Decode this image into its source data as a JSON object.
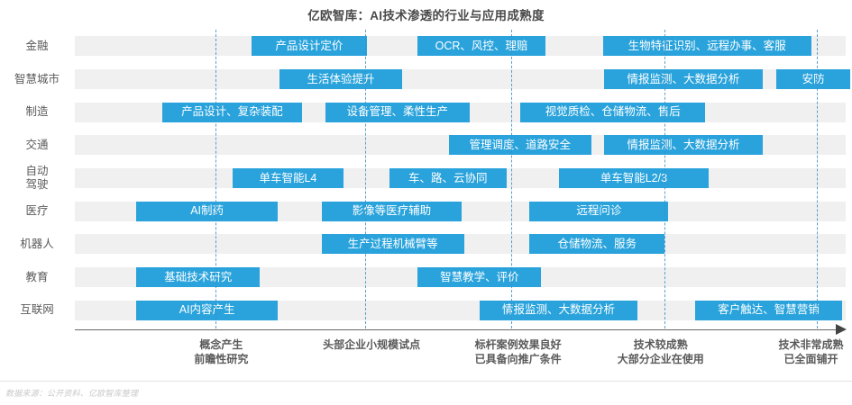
{
  "chart_data": {
    "type": "table",
    "title": "亿欧智库：AI技术渗透的行业与应用成熟度",
    "xlabel": "",
    "ylabel": "",
    "grid": true,
    "legend": null,
    "source_note": "数据来源：公开资料、亿欧智库整理",
    "accent_color": "#2aa3dc",
    "band_color": "#f0f0f0",
    "gridline_color": "#3f8fc4",
    "x_axis_stages": [
      {
        "line1": "概念产生",
        "line2": "前瞻性研究",
        "center_pct": 19.0
      },
      {
        "line1": "头部企业小规模试点",
        "line2": "",
        "center_pct": 38.5
      },
      {
        "line1": "标杆案例效果良好",
        "line2": "已具备向推广条件",
        "center_pct": 57.5
      },
      {
        "line1": "技术较成熟",
        "line2": "大部分企业在使用",
        "center_pct": 76.0
      },
      {
        "line1": "技术非常成熟",
        "line2": "已全面铺开",
        "center_pct": 95.5
      }
    ],
    "gridline_positions_pct": [
      18.2,
      37.7,
      56.6,
      76.5,
      96.2
    ],
    "categories": [
      "金融",
      "智慧城市",
      "制造",
      "交通",
      "自动\n驾驶",
      "医疗",
      "机器人",
      "教育",
      "互联网"
    ],
    "rows": [
      {
        "category": "金融",
        "label_lines": [
          "金融"
        ],
        "items": [
          {
            "text": "产品设计定价",
            "start_pct": 22.9,
            "width_pct": 15.0
          },
          {
            "text": "OCR、风控、理赔",
            "start_pct": 44.5,
            "width_pct": 16.5
          },
          {
            "text": "生物特征识别、远程办事、客服",
            "start_pct": 68.5,
            "width_pct": 27.0
          }
        ]
      },
      {
        "category": "智慧城市",
        "label_lines": [
          "智慧城市"
        ],
        "items": [
          {
            "text": "生活体验提升",
            "start_pct": 26.5,
            "width_pct": 16.0
          },
          {
            "text": "情报监测、大数据分析",
            "start_pct": 68.7,
            "width_pct": 20.5
          },
          {
            "text": "安防",
            "start_pct": 91.0,
            "width_pct": 9.6
          }
        ]
      },
      {
        "category": "制造",
        "label_lines": [
          "制造"
        ],
        "items": [
          {
            "text": "产品设计、复杂装配",
            "start_pct": 11.3,
            "width_pct": 18.2
          },
          {
            "text": "设备管理、柔性生产",
            "start_pct": 32.5,
            "width_pct": 18.7
          },
          {
            "text": "视觉质检、仓储物流、售后",
            "start_pct": 57.8,
            "width_pct": 24.0
          }
        ]
      },
      {
        "category": "交通",
        "label_lines": [
          "交通"
        ],
        "items": [
          {
            "text": "管理调度、道路安全",
            "start_pct": 48.5,
            "width_pct": 18.5
          },
          {
            "text": "情报监测、大数据分析",
            "start_pct": 68.7,
            "width_pct": 20.5
          }
        ]
      },
      {
        "category": "自动驾驶",
        "label_lines": [
          "自动",
          "驾驶"
        ],
        "items": [
          {
            "text": "单车智能L4",
            "start_pct": 20.5,
            "width_pct": 14.3
          },
          {
            "text": "车、路、云协同",
            "start_pct": 40.8,
            "width_pct": 15.2
          },
          {
            "text": "单车智能L2/3",
            "start_pct": 62.8,
            "width_pct": 19.4
          }
        ]
      },
      {
        "category": "医疗",
        "label_lines": [
          "医疗"
        ],
        "items": [
          {
            "text": "AI制药",
            "start_pct": 8.0,
            "width_pct": 18.3
          },
          {
            "text": "影像等医疗辅助",
            "start_pct": 32.0,
            "width_pct": 18.2
          },
          {
            "text": "远程问诊",
            "start_pct": 59.0,
            "width_pct": 18.0
          }
        ]
      },
      {
        "category": "机器人",
        "label_lines": [
          "机器人"
        ],
        "items": [
          {
            "text": "生产过程机械臂等",
            "start_pct": 32.0,
            "width_pct": 18.5
          },
          {
            "text": "仓储物流、服务",
            "start_pct": 59.0,
            "width_pct": 17.5
          }
        ]
      },
      {
        "category": "教育",
        "label_lines": [
          "教育"
        ],
        "items": [
          {
            "text": "基础技术研究",
            "start_pct": 8.0,
            "width_pct": 16.0
          },
          {
            "text": "智慧教学、评价",
            "start_pct": 44.5,
            "width_pct": 16.0
          }
        ]
      },
      {
        "category": "互联网",
        "label_lines": [
          "互联网"
        ],
        "items": [
          {
            "text": "AI内容产生",
            "start_pct": 8.0,
            "width_pct": 18.3
          },
          {
            "text": "情报监测、大数据分析",
            "start_pct": 52.5,
            "width_pct": 20.5
          },
          {
            "text": "客户触达、智慧营销",
            "start_pct": 80.5,
            "width_pct": 19.0
          }
        ]
      }
    ]
  }
}
